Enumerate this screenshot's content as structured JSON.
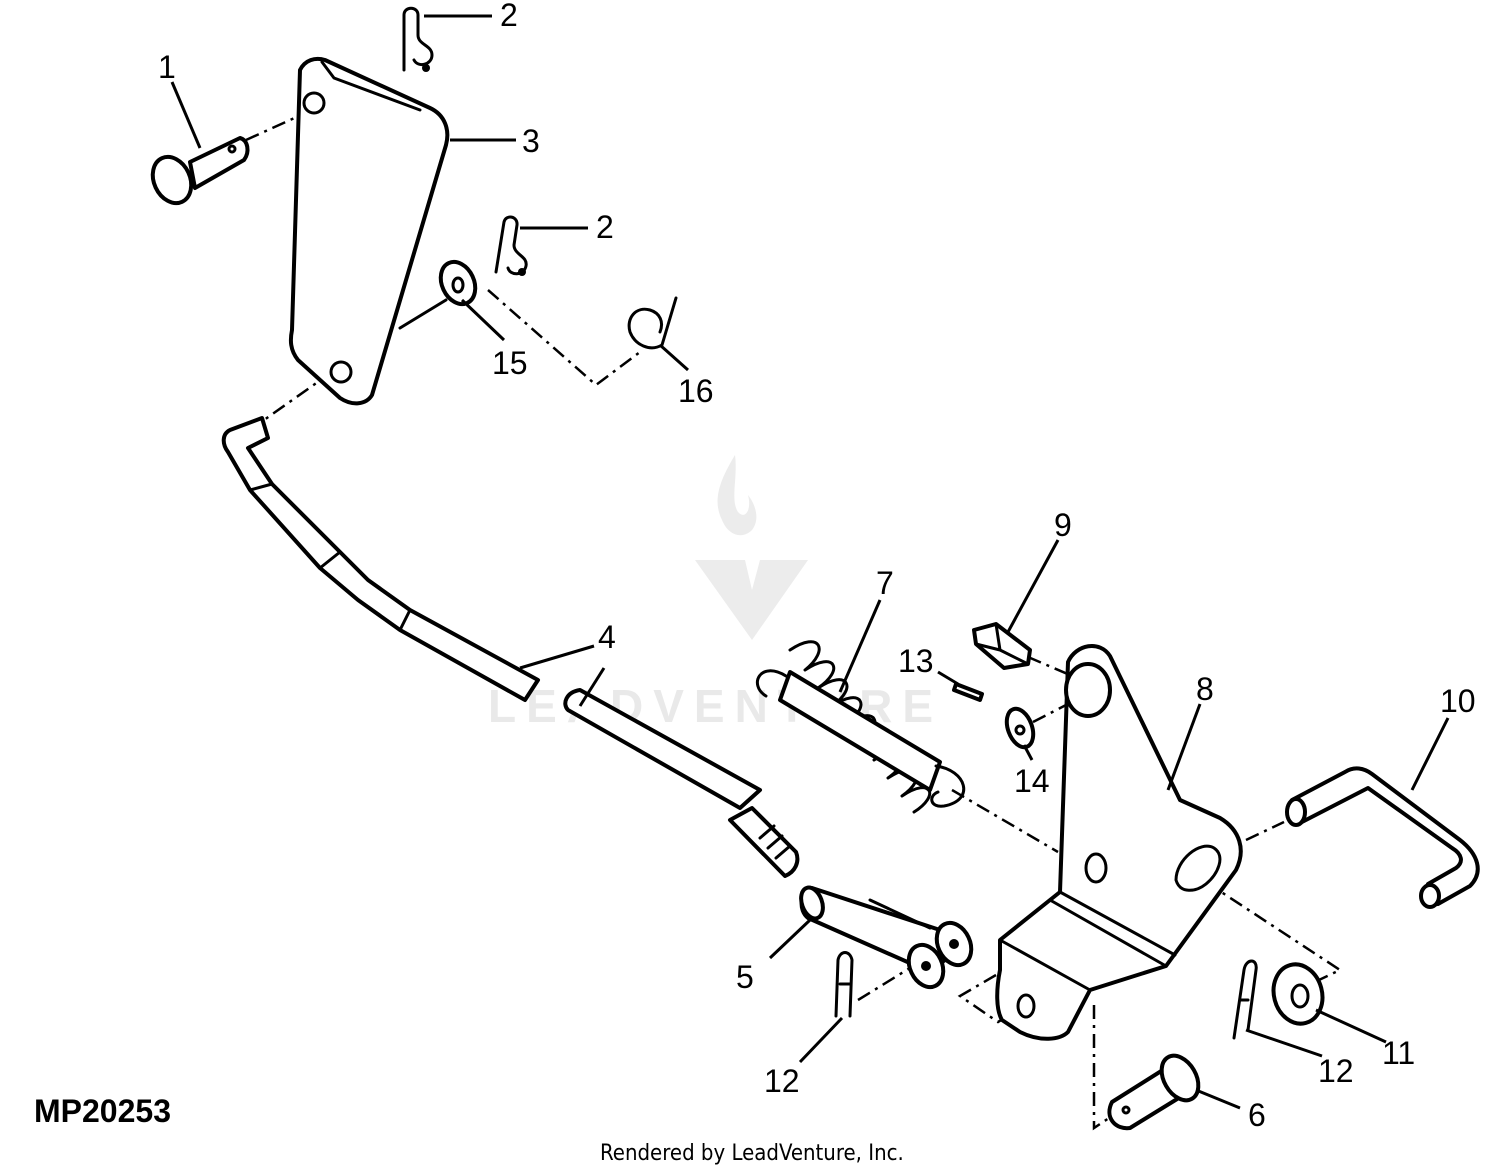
{
  "figure": {
    "code": "MP20253",
    "credit": "Rendered by LeadVenture, Inc.",
    "watermark": "LEADVENTURE"
  },
  "callouts": [
    {
      "id": "c1",
      "label": "1",
      "part": "pin"
    },
    {
      "id": "c2a",
      "label": "2",
      "part": "spring-locking-pin"
    },
    {
      "id": "c2b",
      "label": "2",
      "part": "spring-locking-pin"
    },
    {
      "id": "c3",
      "label": "3",
      "part": "mounting-plate"
    },
    {
      "id": "c4",
      "label": "4",
      "part": "rod"
    },
    {
      "id": "c5",
      "label": "5",
      "part": "clevis"
    },
    {
      "id": "c6",
      "label": "6",
      "part": "pin"
    },
    {
      "id": "c7",
      "label": "7",
      "part": "extension-spring"
    },
    {
      "id": "c8",
      "label": "8",
      "part": "lever-bracket"
    },
    {
      "id": "c9",
      "label": "9",
      "part": "nut"
    },
    {
      "id": "c10",
      "label": "10",
      "part": "rod"
    },
    {
      "id": "c11",
      "label": "11",
      "part": "washer"
    },
    {
      "id": "c12a",
      "label": "12",
      "part": "cotter-pin"
    },
    {
      "id": "c12b",
      "label": "12",
      "part": "cotter-pin"
    },
    {
      "id": "c13",
      "label": "13",
      "part": "spring-pin"
    },
    {
      "id": "c14",
      "label": "14",
      "part": "washer"
    },
    {
      "id": "c15",
      "label": "15",
      "part": "washer"
    },
    {
      "id": "c16",
      "label": "16",
      "part": "spring-clip"
    }
  ]
}
